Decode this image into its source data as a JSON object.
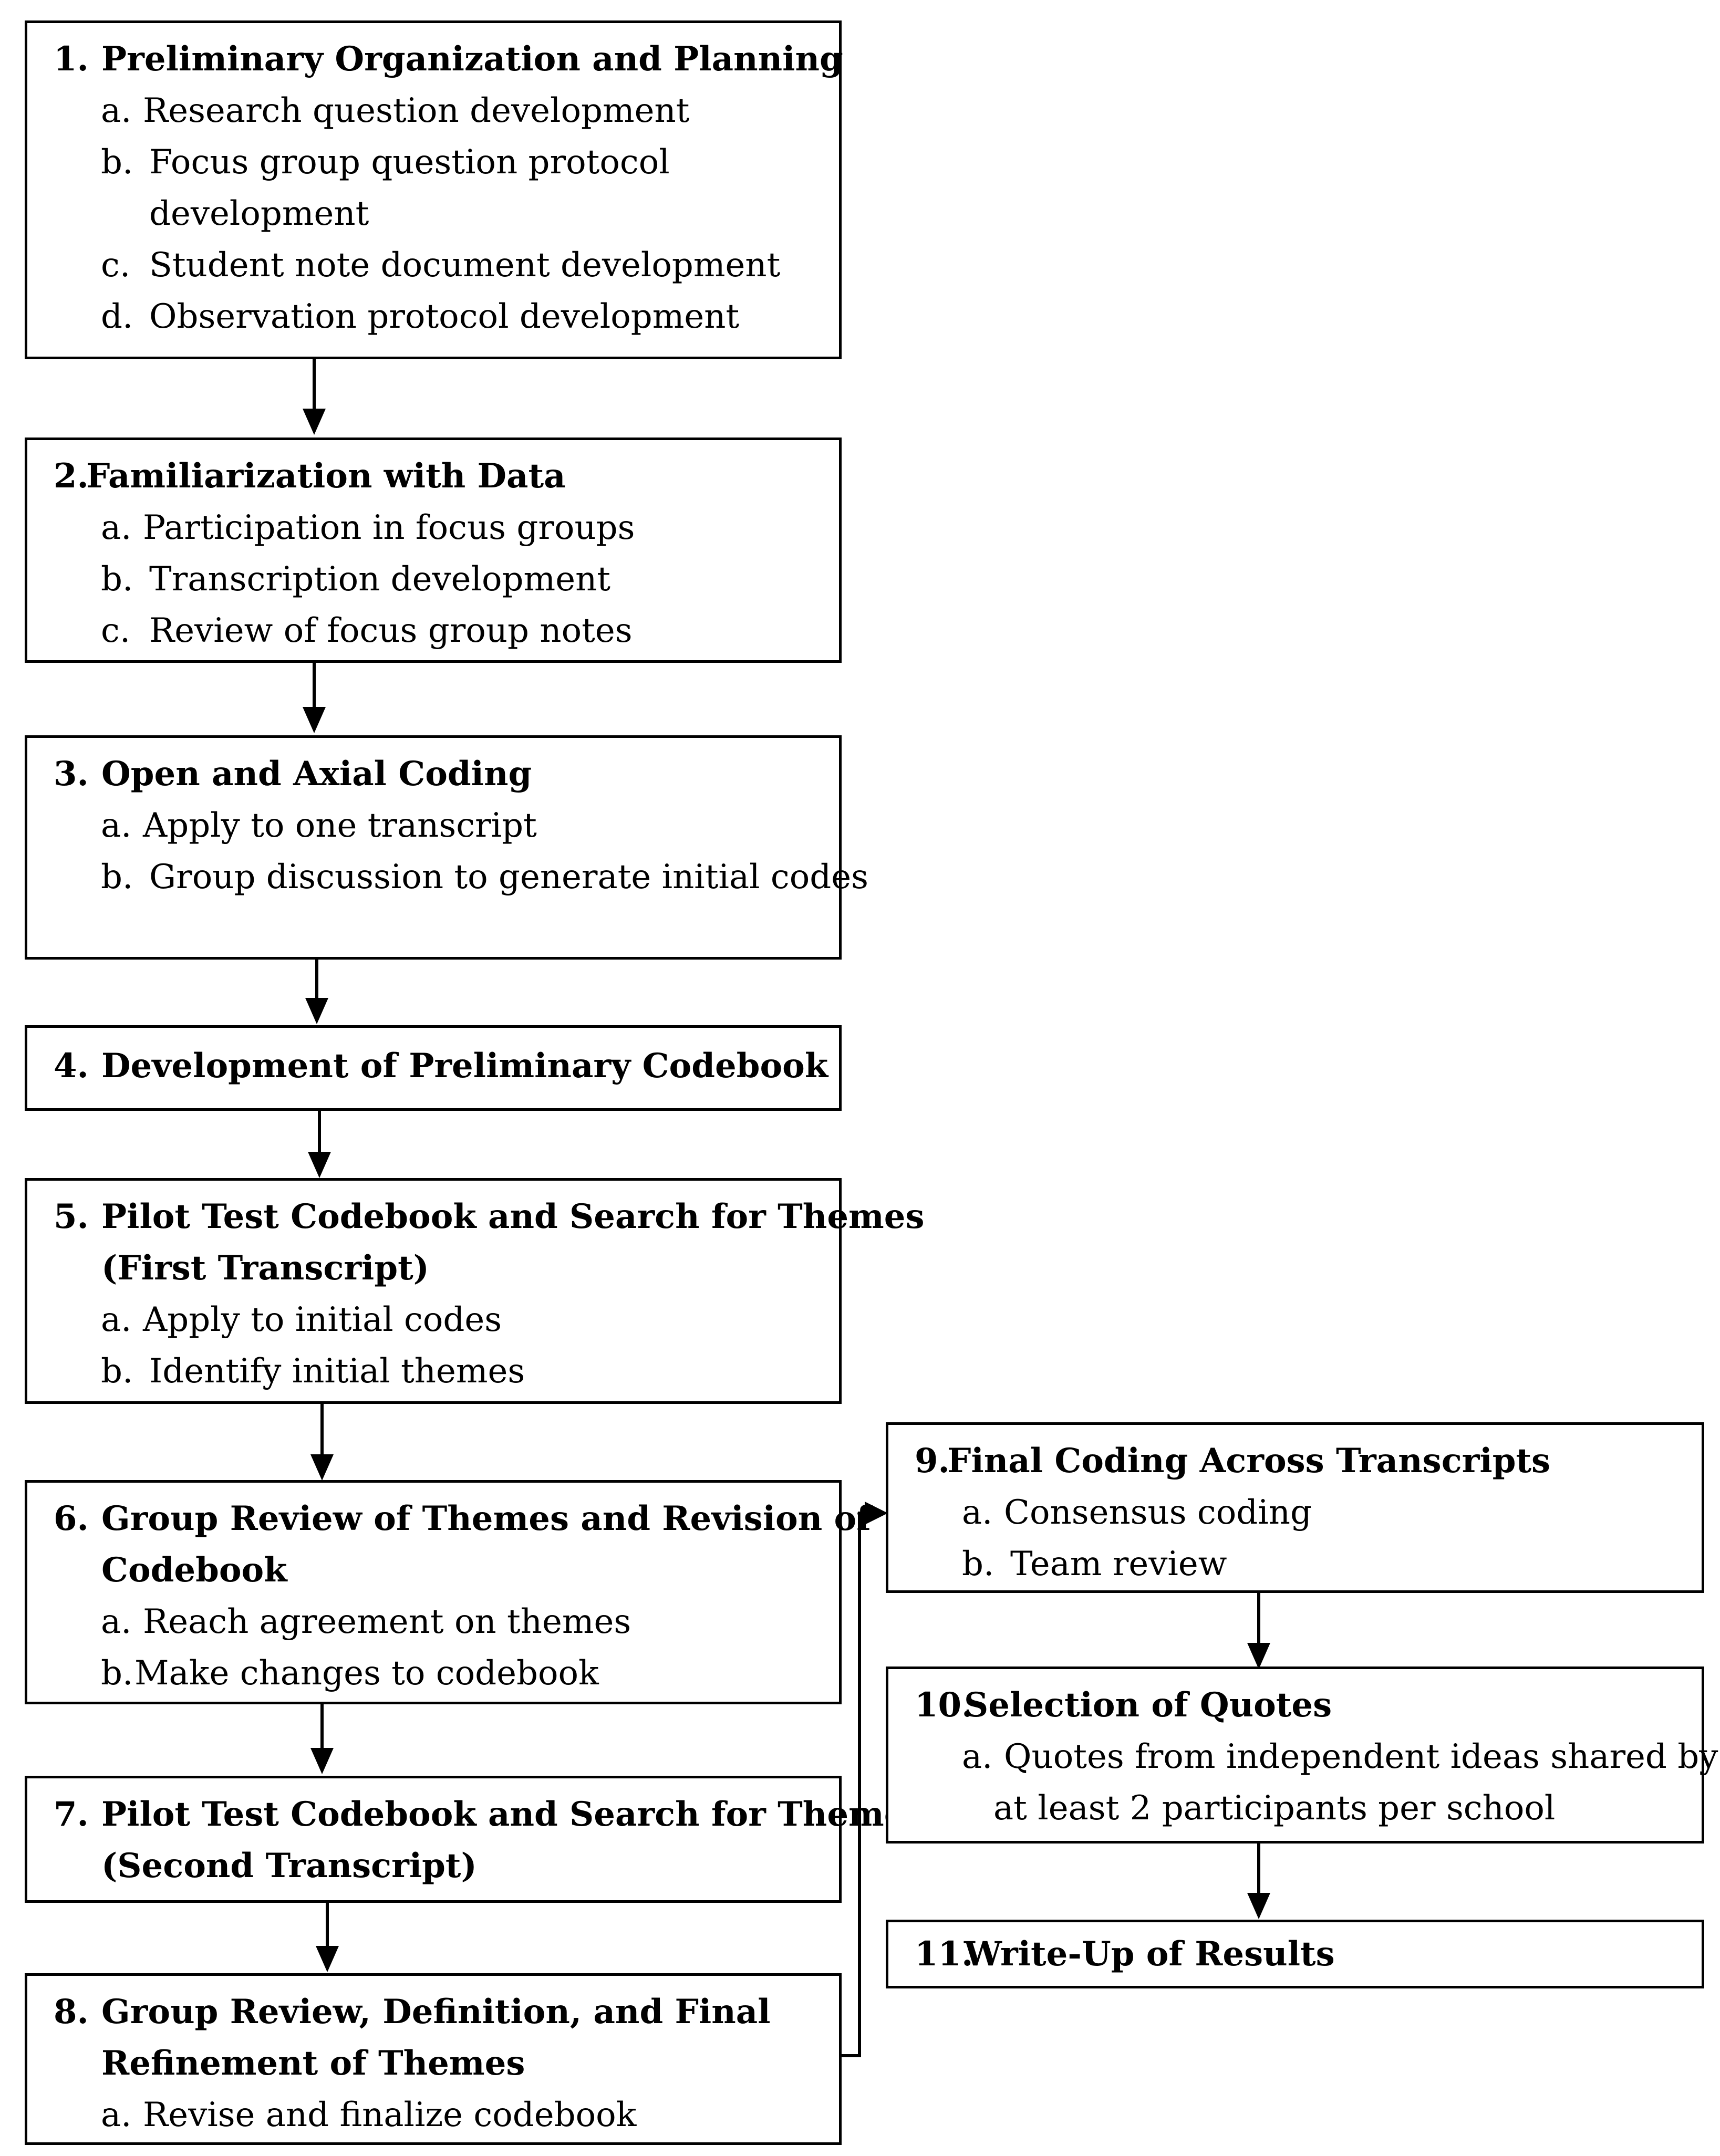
{
  "steps": [
    {
      "num": "1.",
      "title_lines": [
        "Preliminary Organization and Planning"
      ],
      "items": [
        {
          "letter": "a.",
          "lines": [
            "Research question development"
          ]
        },
        {
          "letter": "b.",
          "lines": [
            "Focus group question protocol",
            "development"
          ]
        },
        {
          "letter": "c.",
          "lines": [
            "Student note document development"
          ]
        },
        {
          "letter": "d.",
          "lines": [
            "Observation protocol development"
          ]
        }
      ]
    },
    {
      "num": "2.",
      "title_lines": [
        "Familiarization with Data"
      ],
      "items": [
        {
          "letter": "a.",
          "lines": [
            "Participation in focus groups"
          ]
        },
        {
          "letter": "b.",
          "lines": [
            "Transcription development"
          ]
        },
        {
          "letter": "c.",
          "lines": [
            "Review of focus group notes"
          ]
        }
      ]
    },
    {
      "num": "3.",
      "title_lines": [
        "Open and Axial Coding"
      ],
      "items": [
        {
          "letter": "a.",
          "lines": [
            "Apply to one transcript"
          ]
        },
        {
          "letter": "b.",
          "lines": [
            "Group discussion to generate initial codes"
          ]
        }
      ]
    },
    {
      "num": "4.",
      "title_lines": [
        "Development of Preliminary Codebook"
      ],
      "items": []
    },
    {
      "num": "5.",
      "title_lines": [
        "Pilot Test Codebook and Search for Themes",
        "(First Transcript)"
      ],
      "items": [
        {
          "letter": "a.",
          "lines": [
            "Apply to initial codes"
          ]
        },
        {
          "letter": "b.",
          "lines": [
            "Identify initial themes"
          ]
        }
      ]
    },
    {
      "num": "6.",
      "title_lines": [
        "Group Review of Themes and Revision of",
        "Codebook"
      ],
      "items": [
        {
          "letter": "a.",
          "lines": [
            "Reach agreement on themes"
          ]
        },
        {
          "letter": "b.",
          "lines": [
            "Make changes to codebook"
          ]
        }
      ]
    },
    {
      "num": "7.",
      "title_lines": [
        "Pilot Test Codebook and Search for Themes",
        "(Second Transcript)"
      ],
      "items": []
    },
    {
      "num": "8.",
      "title_lines": [
        "Group Review, Definition, and Final",
        "Refinement of Themes"
      ],
      "items": [
        {
          "letter": "a.",
          "lines": [
            "Revise and finalize codebook"
          ]
        }
      ]
    },
    {
      "num": "9.",
      "title_lines": [
        "Final Coding Across Transcripts"
      ],
      "items": [
        {
          "letter": "a.",
          "lines": [
            "Consensus coding"
          ]
        },
        {
          "letter": "b.",
          "lines": [
            "Team review"
          ]
        }
      ]
    },
    {
      "num": "10.",
      "title_lines": [
        "Selection of Quotes"
      ],
      "items": [
        {
          "letter": "a.",
          "lines": [
            "Quotes from independent ideas shared by",
            "at least 2 participants per school"
          ]
        }
      ]
    },
    {
      "num": "11.",
      "title_lines": [
        "Write-Up of Results"
      ],
      "items": []
    }
  ]
}
